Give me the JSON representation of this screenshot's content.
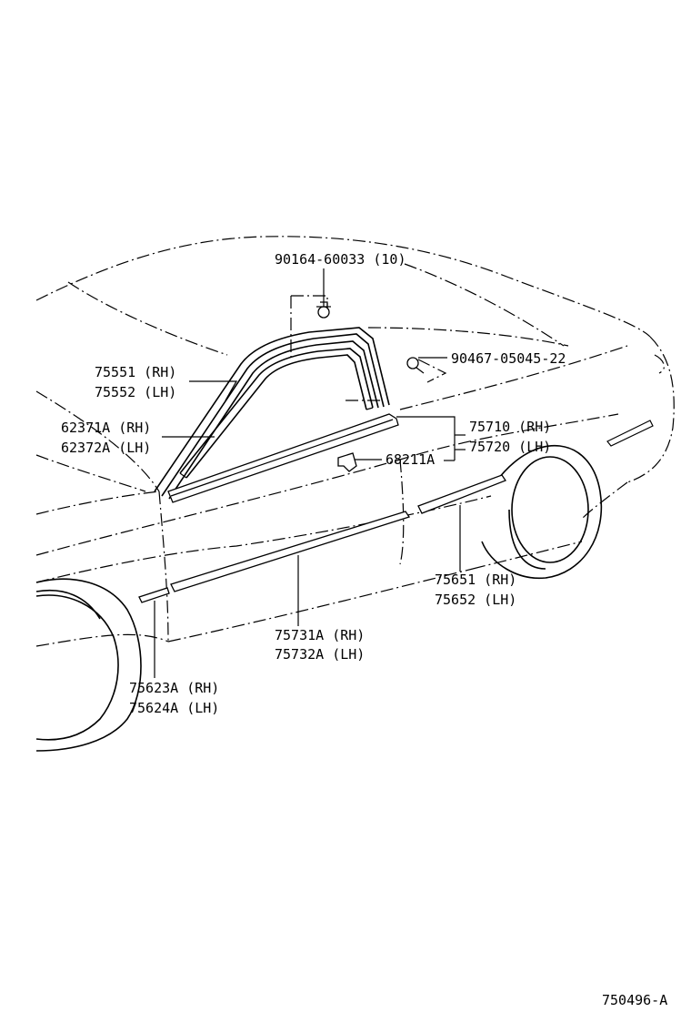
{
  "figure_code": "750496-A",
  "parts": [
    {
      "id": "clip_90164",
      "lines": [
        "90164-60033 (10)"
      ]
    },
    {
      "id": "screw_90467",
      "lines": [
        "90467-05045-22"
      ]
    },
    {
      "id": "mould_75551",
      "lines": [
        "75551 (RH)",
        "75552 (LH)"
      ]
    },
    {
      "id": "weatherstrip_62371",
      "lines": [
        "62371A (RH)",
        "62372A (LH)"
      ]
    },
    {
      "id": "belt_75710",
      "lines": [
        "75710 (RH)",
        "75720 (LH)"
      ]
    },
    {
      "id": "handle_68211",
      "lines": [
        "68211A"
      ]
    },
    {
      "id": "side_75651",
      "lines": [
        "75651 (RH)",
        "75652 (LH)"
      ]
    },
    {
      "id": "door_75731",
      "lines": [
        "75731A (RH)",
        "75732A (LH)"
      ]
    },
    {
      "id": "front_75623",
      "lines": [
        "75623A (RH)",
        "75624A (LH)"
      ]
    }
  ]
}
